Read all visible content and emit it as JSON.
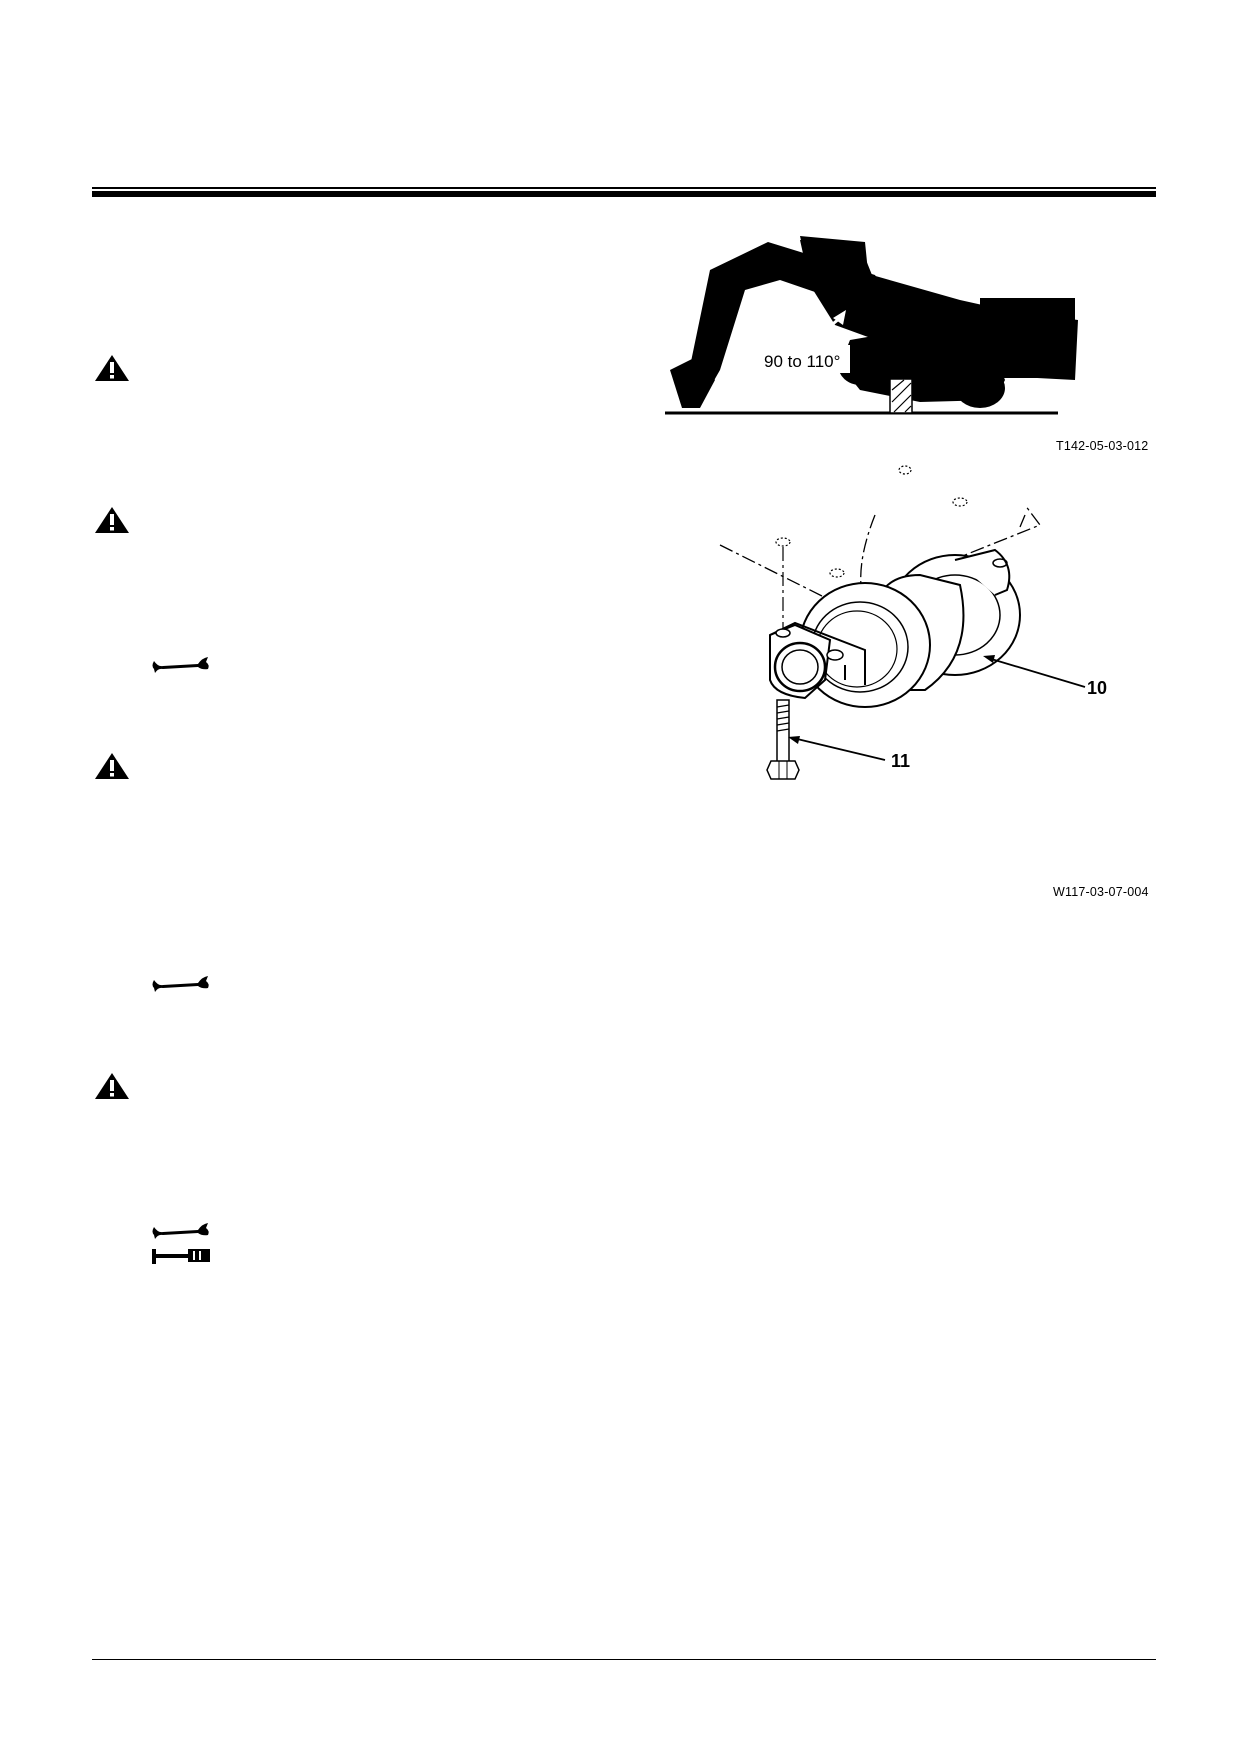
{
  "figures": [
    {
      "id": "machine-lift",
      "angle_label": "90 to 110°",
      "caption": "T142-05-03-012"
    },
    {
      "id": "roller",
      "callouts": [
        "10",
        "11"
      ],
      "caption": "W117-03-07-004"
    }
  ],
  "icons": {
    "warning": "warning-triangle-icon",
    "wrench": "wrench-icon",
    "torque_wrench": "torque-wrench-icon"
  }
}
